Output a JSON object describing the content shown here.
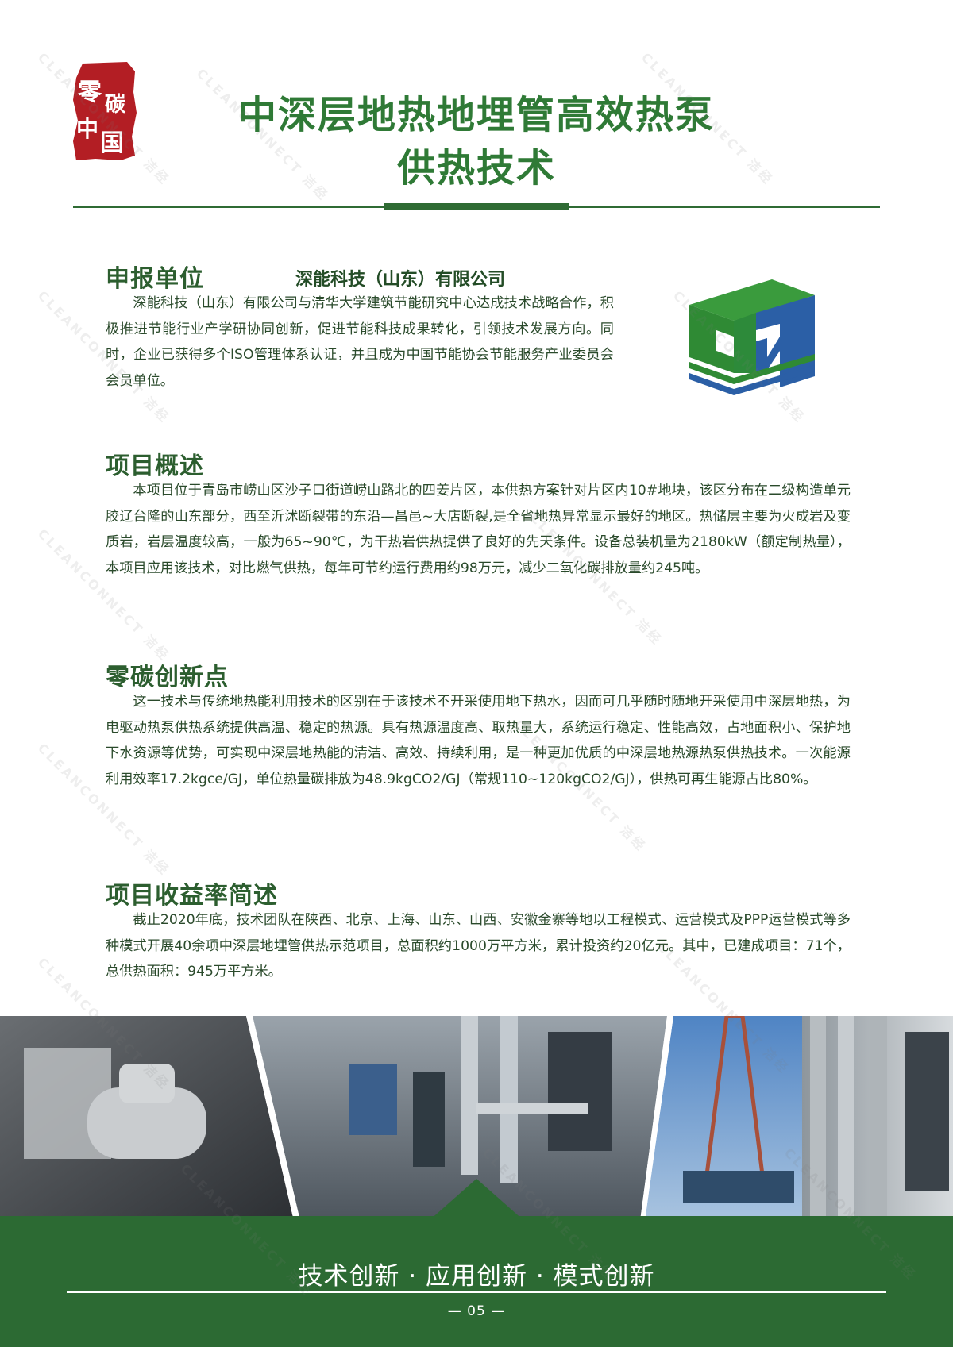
{
  "header": {
    "seal_text": "零碳中国",
    "title_line1": "中深层地热地埋管高效热泵",
    "title_line2": "供热技术"
  },
  "applicant": {
    "heading": "申报单位",
    "company": "深能科技（山东）有限公司",
    "body": "深能科技（山东）有限公司与清华大学建筑节能研究中心达成技术战略合作，积极推进节能行业产学研协同创新，促进节能科技成果转化，引领技术发展方向。同时，企业已获得多个ISO管理体系认证，并且成为中国节能协会节能服务产业委员会会员单位。"
  },
  "overview": {
    "heading": "项目概述",
    "body": "本项目位于青岛市崂山区沙子口街道崂山路北的四姜片区，本供热方案针对片区内10#地块，该区分布在二级构造单元胶辽台隆的山东部分，西至沂沭断裂带的东沿—昌邑~大店断裂,是全省地热异常显示最好的地区。热储层主要为火成岩及变质岩，岩层温度较高，一般为65~90℃，为干热岩供热提供了良好的先天条件。设备总装机量为2180kW（额定制热量），本项目应用该技术，对比燃气供热，每年可节约运行费用约98万元，减少二氧化碳排放量约245吨。"
  },
  "innovation": {
    "heading": "零碳创新点",
    "body": "这一技术与传统地热能利用技术的区别在于该技术不开采使用地下热水，因而可几乎随时随地开采使用中深层地热，为电驱动热泵供热系统提供高温、稳定的热源。具有热源温度高、取热量大，系统运行稳定、性能高效，占地面积小、保护地下水资源等优势，可实现中深层地热能的清洁、高效、持续利用，是一种更加优质的中深层地热源热泵供热技术。一次能源利用效率17.2kgce/GJ，单位热量碳排放为48.9kgCO2/GJ（常规110~120kgCO2/GJ），供热可再生能源占比80%。"
  },
  "returns": {
    "heading": "项目收益率简述",
    "body": "截止2020年底，技术团队在陕西、北京、上海、山东、山西、安徽金寨等地以工程模式、运营模式及PPP运营模式等多种模式开展40余项中深层地埋管供热示范项目，总面积约1000万平方米，累计投资约20亿元。其中，已建成项目：71个，总供热面积：945万平方米。"
  },
  "footer": {
    "slogan": "技术创新 · 应用创新 · 模式创新",
    "page_number": "— 05 —"
  },
  "watermark": {
    "text": "CLEANCONNECT 洁经"
  },
  "colors": {
    "brand_green": "#2f7a36",
    "band_green": "#2c6a33",
    "logo_blue": "#2b5fa6",
    "logo_green": "#3c9a3c",
    "seal_red": "#b31e24"
  }
}
